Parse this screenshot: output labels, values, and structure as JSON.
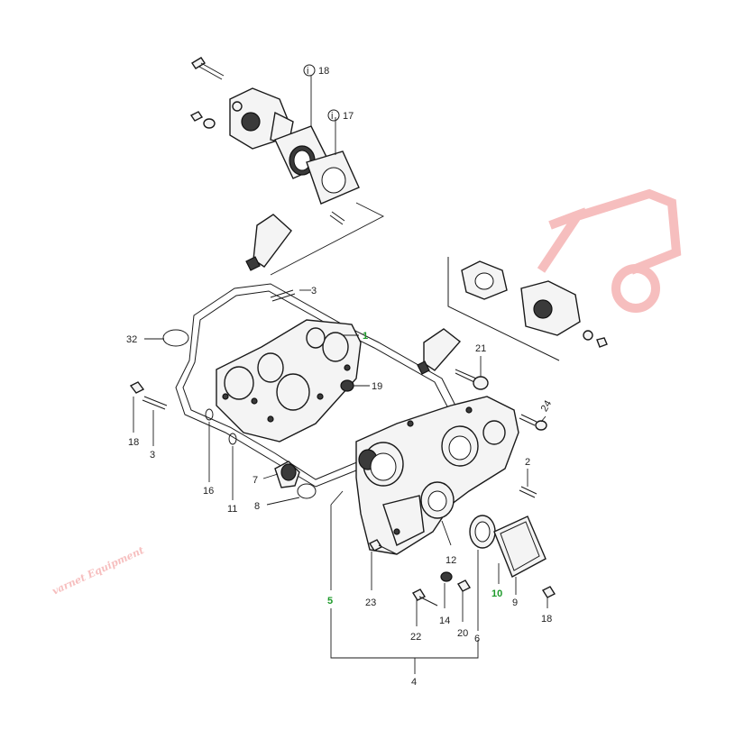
{
  "diagram": {
    "watermark": "varnet Equipment",
    "callouts": [
      {
        "id": "c18a",
        "label": "18",
        "special": true
      },
      {
        "id": "c17",
        "label": "17",
        "special": true
      },
      {
        "id": "c3a",
        "label": "3"
      },
      {
        "id": "c32",
        "label": "32"
      },
      {
        "id": "c1",
        "label": "1",
        "highlight": true
      },
      {
        "id": "c19",
        "label": "19"
      },
      {
        "id": "c21",
        "label": "21"
      },
      {
        "id": "c24",
        "label": "24"
      },
      {
        "id": "c2",
        "label": "2"
      },
      {
        "id": "c18b",
        "label": "18"
      },
      {
        "id": "c3b",
        "label": "3"
      },
      {
        "id": "c16",
        "label": "16"
      },
      {
        "id": "c11",
        "label": "11"
      },
      {
        "id": "c7",
        "label": "7"
      },
      {
        "id": "c8",
        "label": "8"
      },
      {
        "id": "c12",
        "label": "12"
      },
      {
        "id": "c5",
        "label": "5",
        "highlight": true
      },
      {
        "id": "c23",
        "label": "23"
      },
      {
        "id": "c14",
        "label": "14"
      },
      {
        "id": "c20",
        "label": "20"
      },
      {
        "id": "c22",
        "label": "22"
      },
      {
        "id": "c6",
        "label": "6"
      },
      {
        "id": "c10",
        "label": "10",
        "highlight": true
      },
      {
        "id": "c9",
        "label": "9"
      },
      {
        "id": "c18c",
        "label": "18"
      },
      {
        "id": "c4",
        "label": "4"
      }
    ]
  }
}
